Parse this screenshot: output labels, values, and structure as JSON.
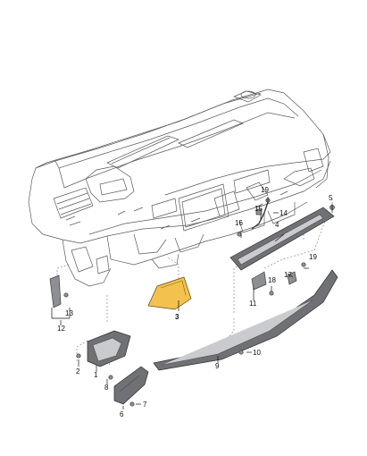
{
  "diagram": {
    "highlight_color": "#f2c14e",
    "part_color": "#8d8f93",
    "line_color": "#5a5a5a",
    "callouts": {
      "c1": "1",
      "c2": "2",
      "c3": "3",
      "c4": "4",
      "c5": "5",
      "c6": "6",
      "c7": "7",
      "c8": "8",
      "c9": "9",
      "c10": "10",
      "c11": "11",
      "c12": "12",
      "c13": "13",
      "c14": "14",
      "c15": "15",
      "c16": "16",
      "c17": "17",
      "c18": "18",
      "c19a": "19",
      "c19b": "19"
    }
  }
}
